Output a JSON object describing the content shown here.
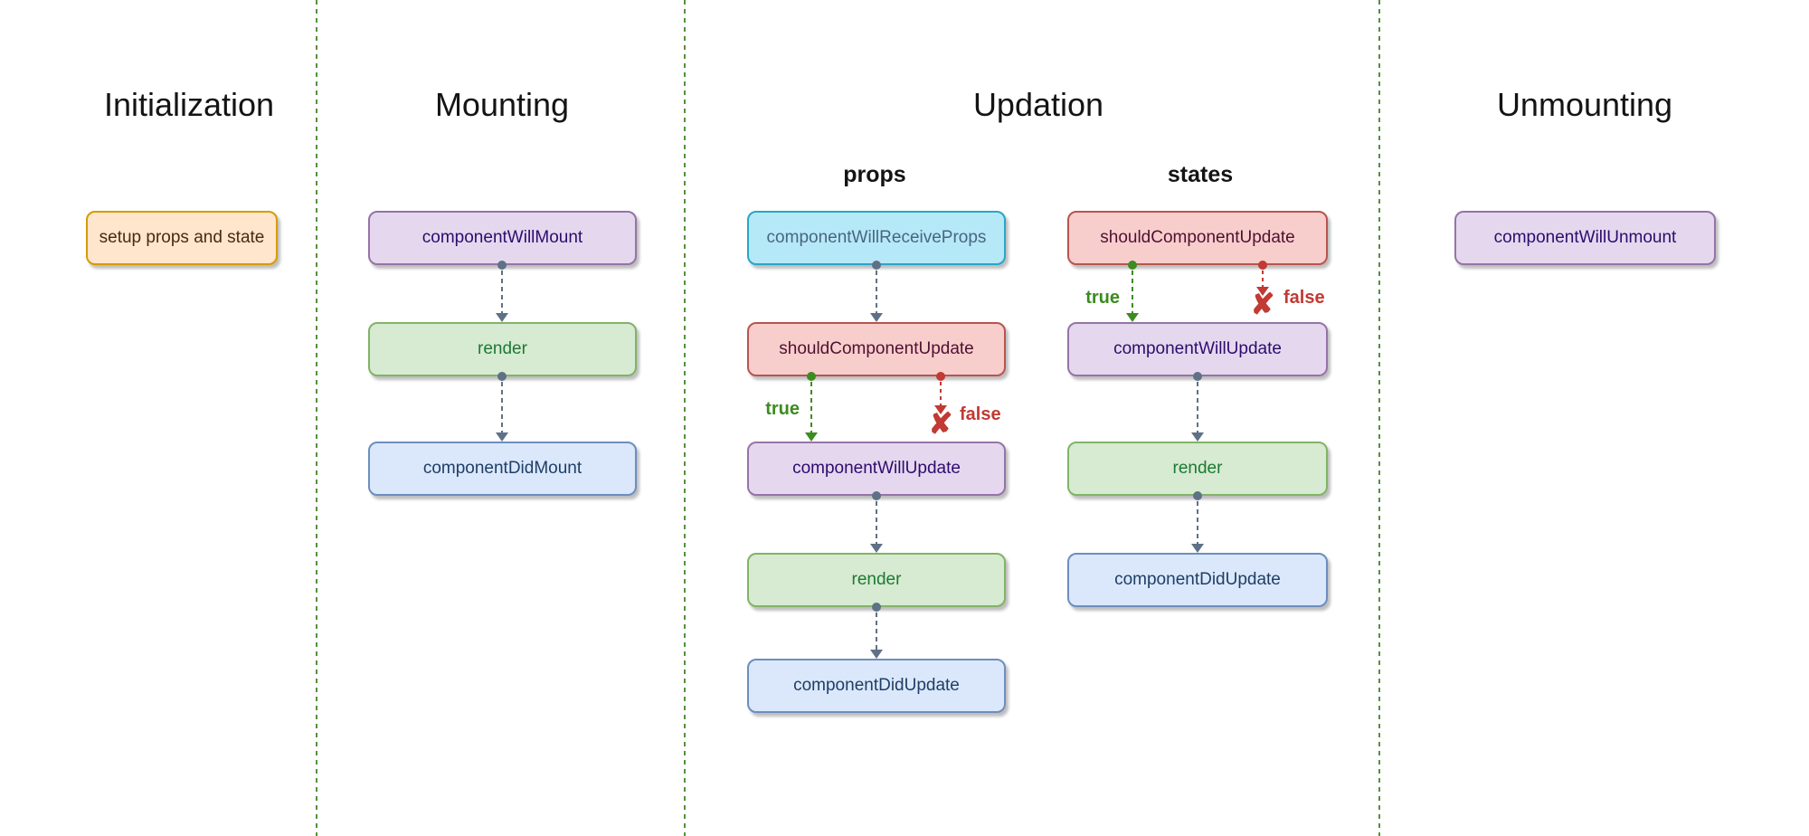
{
  "sections": {
    "initialization": "Initialization",
    "mounting": "Mounting",
    "updation": "Updation",
    "unmounting": "Unmounting"
  },
  "subheaders": {
    "props": "props",
    "states": "states"
  },
  "nodes": {
    "setup": "setup props and state",
    "will_mount": "componentWillMount",
    "render_mount": "render",
    "did_mount": "componentDidMount",
    "will_receive_props": "componentWillReceiveProps",
    "should_update_props": "shouldComponentUpdate",
    "will_update_props": "componentWillUpdate",
    "render_props": "render",
    "did_update_props": "componentDidUpdate",
    "should_update_states": "shouldComponentUpdate",
    "will_update_states": "componentWillUpdate",
    "render_states": "render",
    "did_update_states": "componentDidUpdate",
    "will_unmount": "componentWillUnmount"
  },
  "branch_labels": {
    "true_props": "true",
    "false_props": "false",
    "true_states": "true",
    "false_states": "false",
    "x_icon": "✘"
  },
  "colors": {
    "separator_green": "#55913e",
    "connector_slate": "#5f7186",
    "true_green": "#3c8c21",
    "false_red": "#c13a33",
    "node_orange_fill": "#ffe6cc",
    "node_orange_stroke": "#d79b00",
    "node_purple_fill": "#e5d8ee",
    "node_purple_stroke": "#9673a6",
    "node_green_fill": "#d7ead2",
    "node_green_stroke": "#82b366",
    "node_blue_fill": "#dbe8fb",
    "node_blue_stroke": "#6c8ebf",
    "node_cyan_fill": "#b6e9f8",
    "node_cyan_stroke": "#2aa5c7",
    "node_red_fill": "#f8cecc",
    "node_red_stroke": "#b85450"
  }
}
